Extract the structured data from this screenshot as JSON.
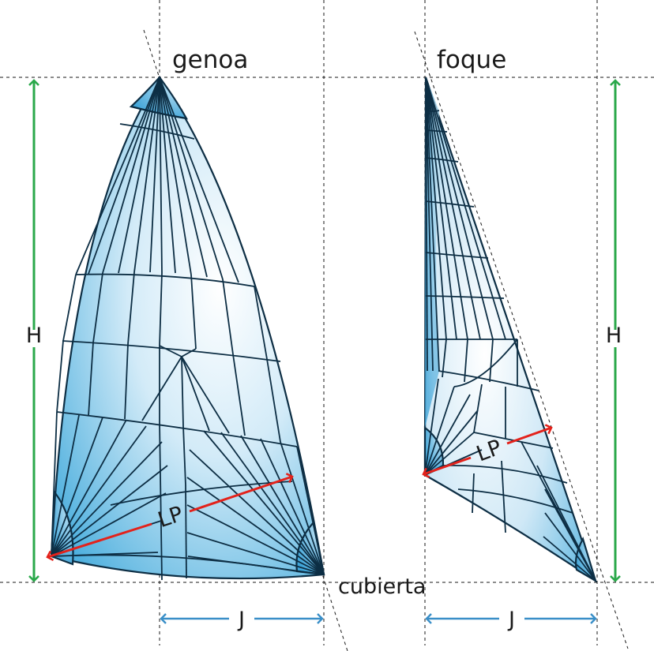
{
  "labels": {
    "genoa": "genoa",
    "foque": "foque",
    "deck": "cubierta",
    "height_left": "H",
    "height_right": "H",
    "lp_left": "LP",
    "lp_right": "LP",
    "j_left": "J",
    "j_right": "J"
  },
  "colors": {
    "height_arrow": "#2aa84a",
    "lp_arrow": "#e3221b",
    "j_arrow": "#3a8fc8",
    "sail_light": "#ffffff",
    "sail_dark": "#3aa3d6",
    "seam": "#0d2e44"
  }
}
